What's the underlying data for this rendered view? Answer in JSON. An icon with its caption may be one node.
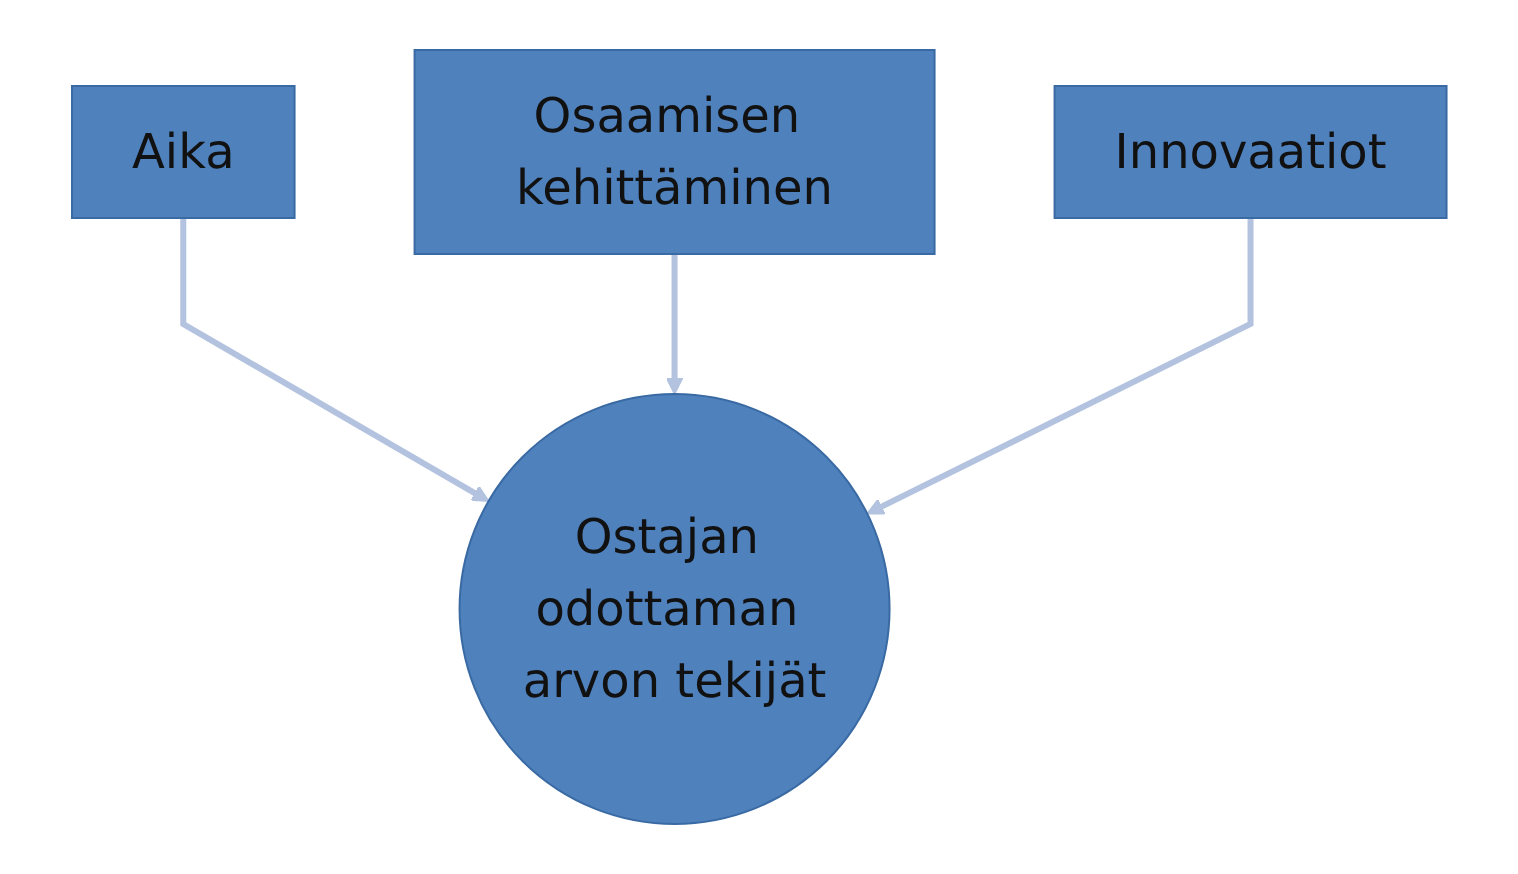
{
  "diagram": {
    "nodes": [
      {
        "text": [
          "Aika"
        ]
      },
      {
        "text": [
          "Osaamisen kehittäminen"
        ]
      },
      {
        "text": [
          "Innovaatiot"
        ]
      },
      {
        "text": [
          "Ostajan odottaman arvon tekijät"
        ]
      }
    ],
    "edges": [
      {
        "from": 0,
        "to": 3,
        "arrow": "to"
      },
      {
        "from": 1,
        "to": 3,
        "arrow": "to"
      },
      {
        "from": 2,
        "to": 3,
        "arrow": "to"
      }
    ]
  }
}
